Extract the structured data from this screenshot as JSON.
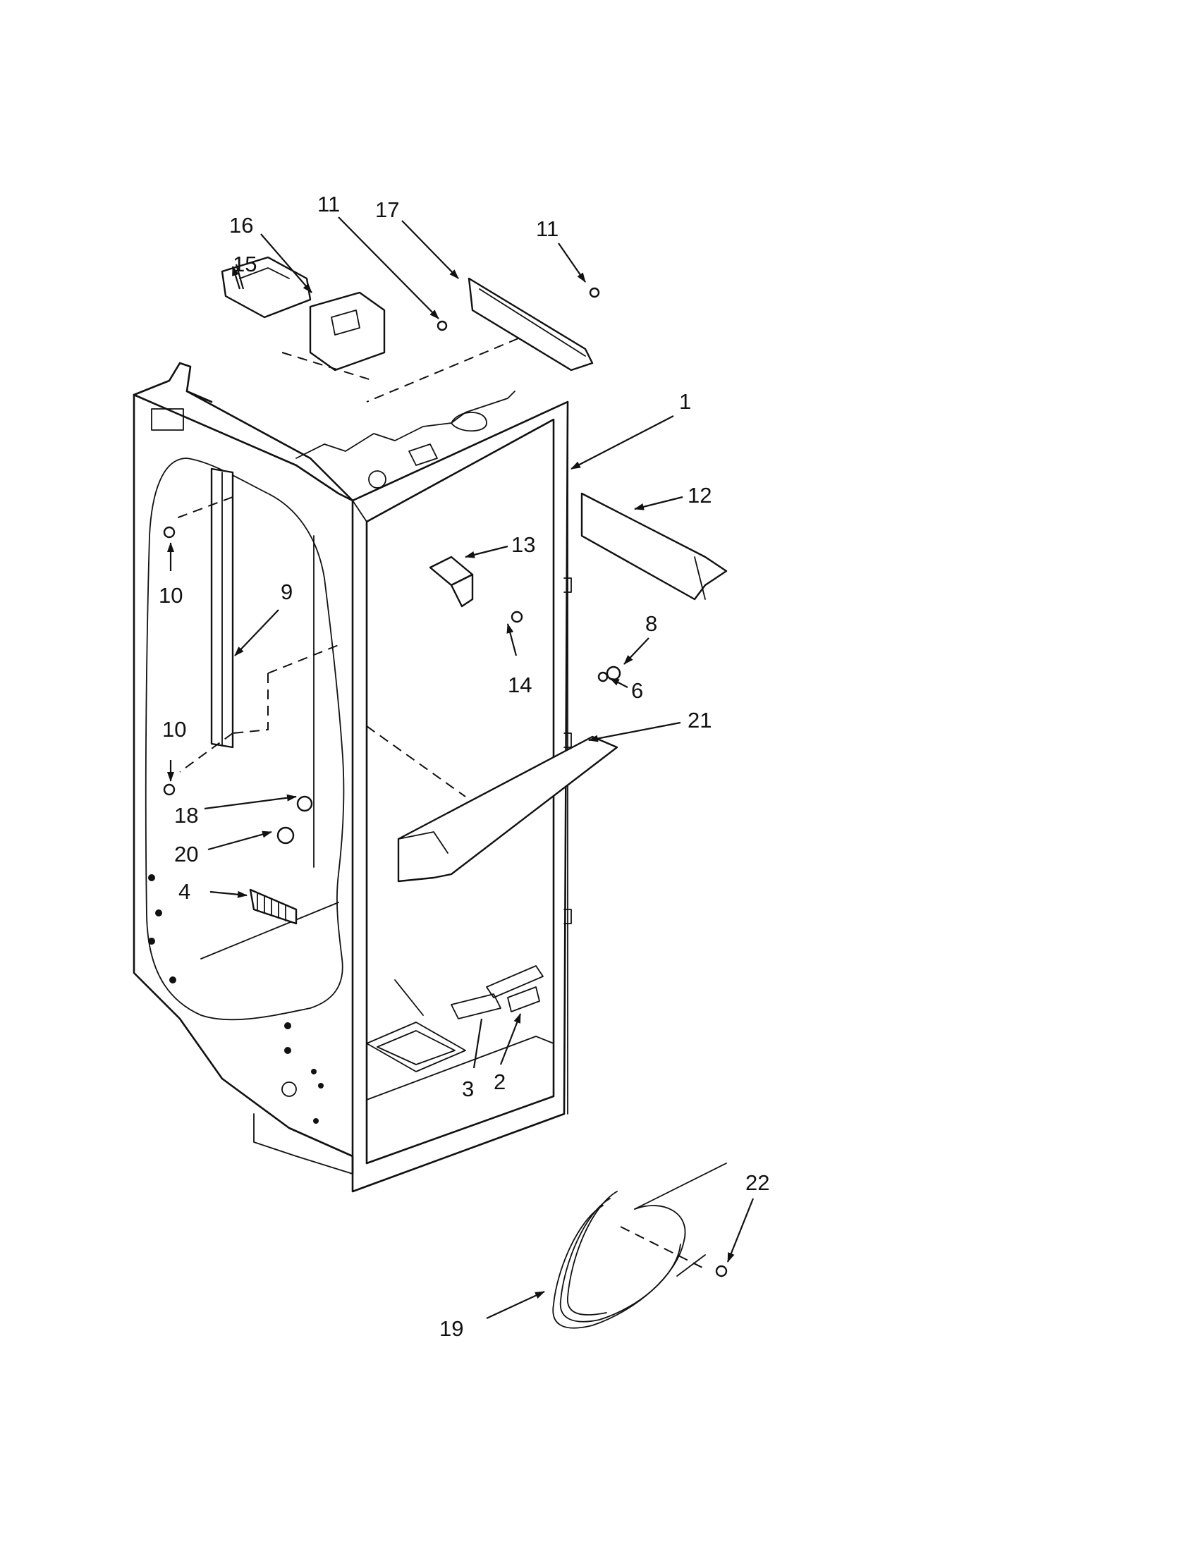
{
  "diagram": {
    "callouts": [
      {
        "id": "c1",
        "label": "1"
      },
      {
        "id": "c2",
        "label": "2"
      },
      {
        "id": "c3",
        "label": "3"
      },
      {
        "id": "c4",
        "label": "4"
      },
      {
        "id": "c6",
        "label": "6"
      },
      {
        "id": "c8",
        "label": "8"
      },
      {
        "id": "c9",
        "label": "9"
      },
      {
        "id": "c10a",
        "label": "10"
      },
      {
        "id": "c10b",
        "label": "10"
      },
      {
        "id": "c11a",
        "label": "11"
      },
      {
        "id": "c11b",
        "label": "11"
      },
      {
        "id": "c12",
        "label": "12"
      },
      {
        "id": "c13",
        "label": "13"
      },
      {
        "id": "c14",
        "label": "14"
      },
      {
        "id": "c15",
        "label": "15"
      },
      {
        "id": "c16",
        "label": "16"
      },
      {
        "id": "c17",
        "label": "17"
      },
      {
        "id": "c18",
        "label": "18"
      },
      {
        "id": "c19",
        "label": "19"
      },
      {
        "id": "c20",
        "label": "20"
      },
      {
        "id": "c21",
        "label": "21"
      },
      {
        "id": "c22",
        "label": "22"
      }
    ]
  },
  "colors": {
    "ink": "#111111",
    "paper": "#ffffff"
  }
}
